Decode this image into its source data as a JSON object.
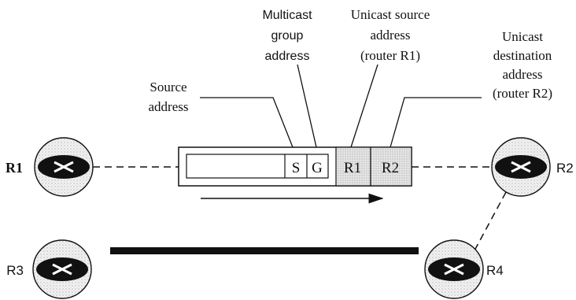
{
  "labels": {
    "multicast_group": [
      "Multicast",
      "group",
      "address"
    ],
    "unicast_source": [
      "Unicast source",
      "address",
      "(router R1)"
    ],
    "unicast_destination": [
      "Unicast",
      "destination",
      "address",
      "(router R2)"
    ],
    "source_address": [
      "Source",
      "address"
    ]
  },
  "packet": {
    "fields": [
      "S",
      "G",
      "R1",
      "R2"
    ]
  },
  "routers": {
    "r1": "R1",
    "r2": "R2",
    "r3": "R3",
    "r4": "R4"
  },
  "colors": {
    "ink": "#111111",
    "router_fill": "#e8e8e8",
    "shaded_field": "#d8d8d8"
  },
  "icons": {
    "router": "router-icon",
    "direction": "arrow-right-icon"
  }
}
